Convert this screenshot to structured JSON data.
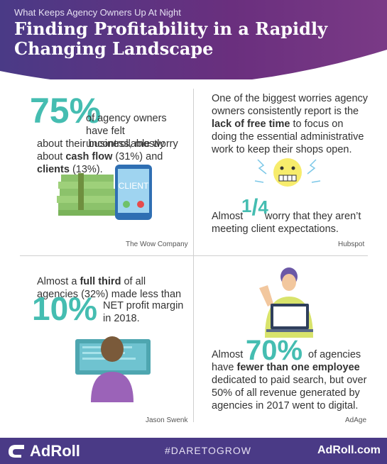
{
  "header": {
    "kicker": "What Keeps Agency Owners Up At Night",
    "title": "Finding Profitability in a Rapidly Changing Landscape"
  },
  "q1": {
    "big": "75%",
    "line1": "of agency owners have felt uncontrollable worry",
    "line2_pre": "about their business, mostly about ",
    "bold1": "cash flow",
    "mid": " (31%) and ",
    "bold2": "clients",
    "end": " (13%).",
    "phone_label": "CLIENT",
    "source": "The Wow Company"
  },
  "q2": {
    "text_pre": "One of the biggest worries agency owners consistently report is the ",
    "bold": "lack of free time",
    "text_post": " to focus on doing the essential administrative work to keep their shops open.",
    "almost": "Almost",
    "frac_num": "1",
    "frac_den": "4",
    "text2": " worry that they aren’t meeting client expectations.",
    "source": "Hubspot"
  },
  "q3": {
    "text_pre": "Almost a ",
    "bold": "full third",
    "text_post": " of all agencies (32%) made less than",
    "big": "10%",
    "text2": "NET profit margin in 2018.",
    "source": "Jason Swenk"
  },
  "q4": {
    "almost": "Almost",
    "big": "70%",
    "of": "of agencies",
    "have": "have ",
    "bold": "fewer than one employee",
    "rest": " dedicated to paid search, but over 50% of all revenue generated by agencies in 2017 went to digital.",
    "source": "AdAge"
  },
  "footer": {
    "brand": "AdRoll",
    "hashtag": "#DARETOGROW",
    "url": "AdRoll.com"
  },
  "colors": {
    "purple": "#4a3a86",
    "teal": "#45bdb1",
    "yellow": "#f7ec6c"
  }
}
